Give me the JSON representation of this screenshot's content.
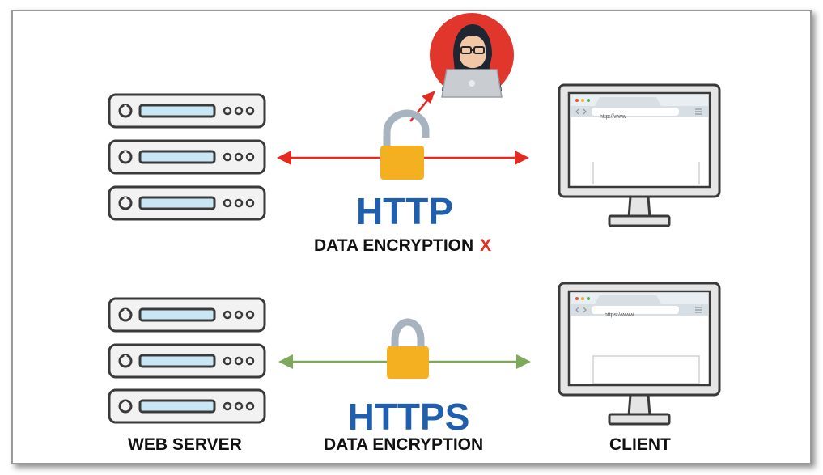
{
  "http": {
    "title": "HTTP",
    "subtitle": "DATA ENCRYPTION",
    "mark": "X",
    "url": "http://www"
  },
  "https": {
    "title": "HTTPS",
    "subtitle": "DATA ENCRYPTION",
    "url": "https://www"
  },
  "labels": {
    "server": "WEB SERVER",
    "client": "CLIENT"
  },
  "colors": {
    "http_arrow": "#e52a22",
    "https_arrow": "#7ea85a",
    "title_blue": "#1f5fae",
    "lock_body": "#f5b021",
    "hacker_bg": "#e0362c"
  },
  "icons": [
    "server-rack-icon",
    "monitor-icon",
    "open-padlock-icon",
    "closed-padlock-icon",
    "hacker-icon"
  ]
}
